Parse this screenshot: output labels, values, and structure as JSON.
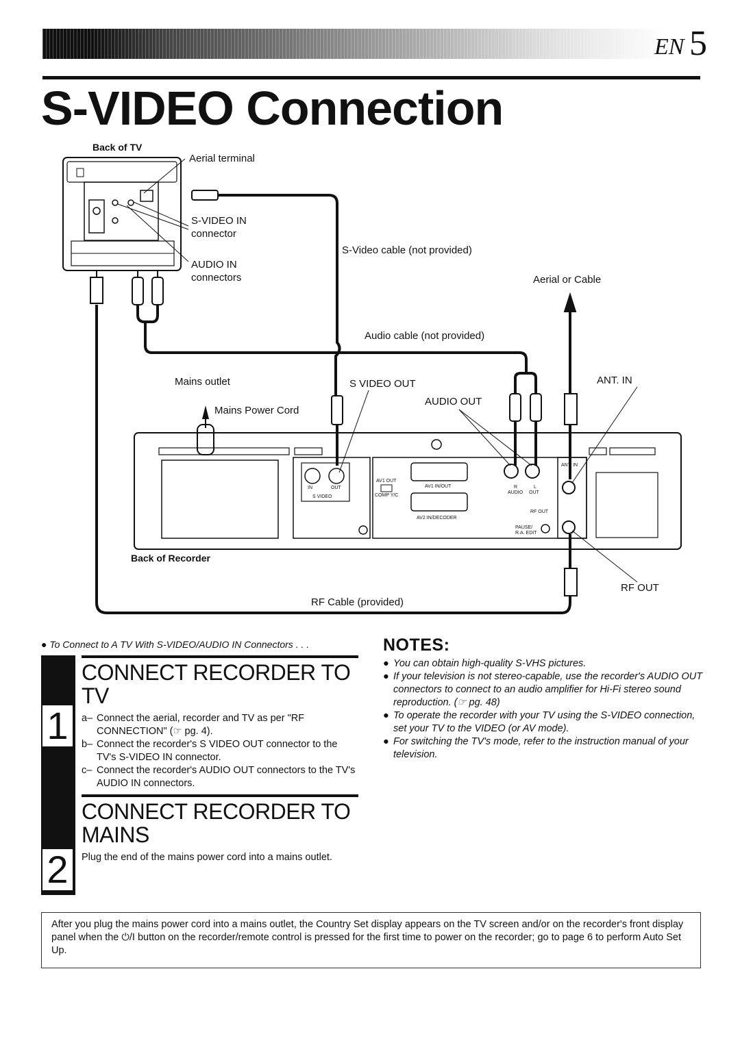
{
  "header": {
    "en_label": "EN",
    "page_number": "5"
  },
  "title": "S-VIDEO Connection",
  "diagram": {
    "back_of_tv": "Back of TV",
    "aerial_terminal": "Aerial terminal",
    "svideo_in": "S-VIDEO IN",
    "svideo_in_sub": "connector",
    "audio_in": "AUDIO IN",
    "audio_in_sub": "connectors",
    "svideo_cable": "S-Video cable (not provided)",
    "aerial_or_cable": "Aerial or Cable",
    "audio_cable": "Audio cable (not provided)",
    "mains_outlet": "Mains outlet",
    "mains_power_cord": "Mains Power Cord",
    "s_video_out": "S VIDEO OUT",
    "audio_out": "AUDIO OUT",
    "ant_in": "ANT. IN",
    "back_of_recorder": "Back of Recorder",
    "rf_out": "RF OUT",
    "rf_cable": "RF Cable (provided)",
    "panel": {
      "in": "IN",
      "out": "OUT",
      "s_video": "S  VIDEO",
      "av1_out": "AV1 OUT",
      "comp_yc": "COMP  Y/C",
      "av1_inout": "AV1 IN/OUT",
      "av2_decoder": "AV2 IN/DECODER",
      "r": "R",
      "l": "L",
      "audio": "AUDIO",
      "out2": "OUT",
      "ant_in_small": "ANT. IN",
      "rf_out_small": "RF OUT",
      "pause": "PAUSE/",
      "ra_edit": "R.A. EDIT"
    }
  },
  "intro": "To Connect to A TV With S-VIDEO/AUDIO IN Connectors . . .",
  "steps": [
    {
      "number": "1",
      "title": "CONNECT RECORDER TO TV",
      "items": [
        {
          "key": "a–",
          "text": "Connect the aerial, recorder and TV as per \"RF CONNECTION\" (☞ pg. 4)."
        },
        {
          "key": "b–",
          "text": "Connect the recorder's S VIDEO OUT connector to the TV's S-VIDEO IN connector."
        },
        {
          "key": "c–",
          "text": "Connect the recorder's AUDIO OUT connectors to the TV's AUDIO IN connectors."
        }
      ]
    },
    {
      "number": "2",
      "title": "CONNECT RECORDER TO MAINS",
      "body": "Plug the end of the mains power cord into a mains outlet."
    }
  ],
  "notes": {
    "heading": "NOTES:",
    "items": [
      "You can obtain high-quality S-VHS pictures.",
      "If your television is not stereo-capable, use the recorder's AUDIO OUT connectors to connect to an audio amplifier for Hi-Fi stereo sound reproduction. (☞ pg. 48)",
      "To operate the recorder with your TV using the S-VIDEO connection, set your TV to the VIDEO (or AV mode).",
      "For switching the TV's mode, refer to the instruction manual of your television."
    ]
  },
  "info_box": "After you plug the mains power cord into a mains outlet, the Country Set display appears on the TV screen and/or on the recorder's front display panel when the ⏻/I button on the recorder/remote control is pressed for the first time to power on the recorder; go to page 6 to perform Auto Set Up."
}
